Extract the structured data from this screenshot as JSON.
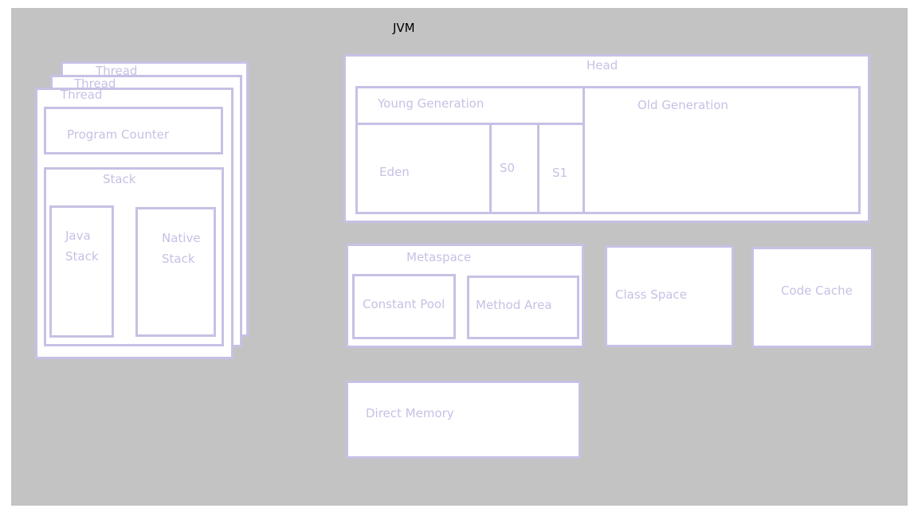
{
  "title": "JVM",
  "threads": {
    "back2_label": "Thread",
    "back1_label": "Thread",
    "front_label": "Thread",
    "program_counter": "Program Counter",
    "stack": {
      "label": "Stack",
      "java_stack": [
        "Java",
        "Stack"
      ],
      "native_stack": [
        "Native",
        "Stack"
      ]
    }
  },
  "heap": {
    "label": "Head",
    "young_generation": "Young Generation",
    "old_generation": "Old Generation",
    "eden": "Eden",
    "s0": "S0",
    "s1": "S1"
  },
  "metaspace": {
    "label": "Metaspace",
    "constant_pool": "Constant Pool",
    "method_area": "Method Area"
  },
  "class_space": "Class Space",
  "code_cache": "Code Cache",
  "direct_memory": "Direct Memory",
  "colors": {
    "background": "#c3c3c3",
    "border": "#c6c1e5",
    "text": "#c6c1e5",
    "title": "#000000",
    "fill": "#ffffff"
  }
}
